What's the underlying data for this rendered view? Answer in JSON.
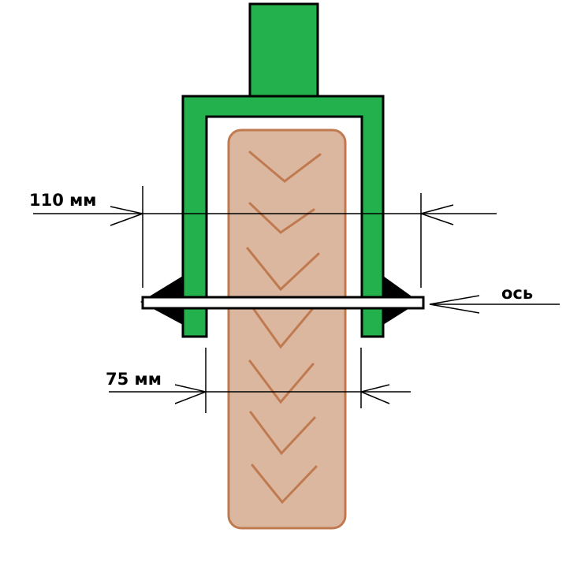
{
  "labels": {
    "outer_width": "110 мм",
    "inner_width": "75 мм",
    "axle": "ось"
  },
  "colors": {
    "fork_green": "#22b14c",
    "tire_fill": "#dbb7a0",
    "tire_outline": "#c07a50",
    "line": "#000000",
    "background": "#ffffff"
  },
  "icons": {
    "tread": "chevron-tread-pattern",
    "nut": "triangular-nut"
  }
}
